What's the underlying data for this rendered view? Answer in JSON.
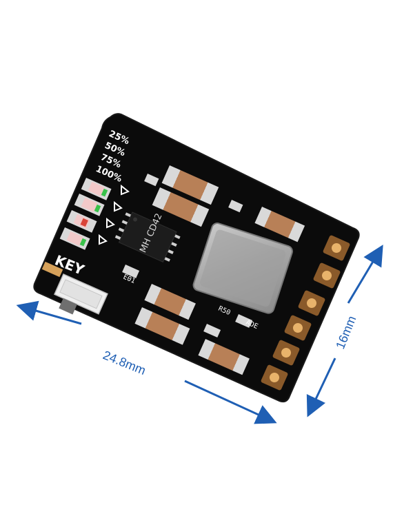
{
  "board": {
    "percent_labels": [
      "25%",
      "50%",
      "75%",
      "100%"
    ],
    "key_label": "KEY",
    "chip_marking": "MH CD42",
    "small_labels": [
      "E01",
      "R50",
      "ADE"
    ]
  },
  "dimensions": {
    "width_label": "24.8mm",
    "height_label": "16mm"
  },
  "colors": {
    "pcb": "#0b0b0b",
    "pad_gold": "#d6a15a",
    "dimension_blue": "#1f5fb4",
    "led_green": "#39c24a",
    "led_red": "#d9453a"
  }
}
